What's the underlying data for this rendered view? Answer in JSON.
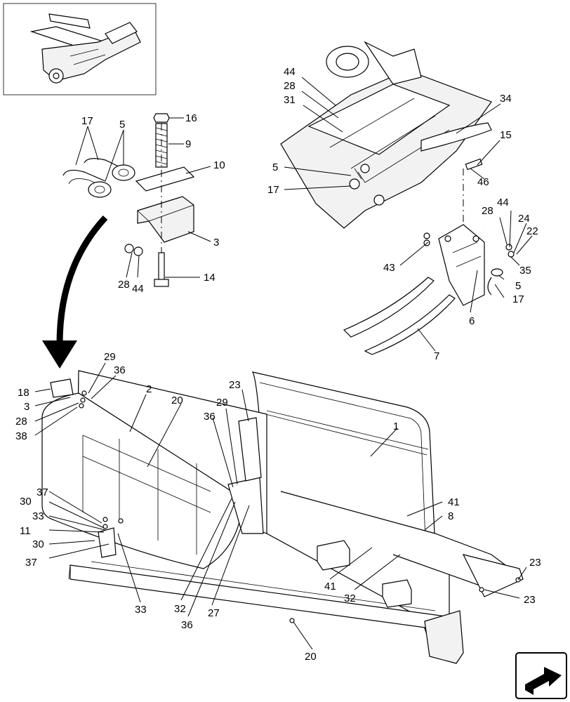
{
  "callouts": {
    "c16": "16",
    "c9": "9",
    "c17a": "17",
    "c5a": "5",
    "c10": "10",
    "c3a": "3",
    "c28a": "28",
    "c44a": "44",
    "c14": "14",
    "c44b": "44",
    "c28b": "28",
    "c31": "31",
    "c34": "34",
    "c15": "15",
    "c5b": "5",
    "c17b": "17",
    "c46": "46",
    "c28c": "28",
    "c44c": "44",
    "c24": "24",
    "c22": "22",
    "c43": "43",
    "c35": "35",
    "c5c": "5",
    "c17c": "17",
    "c6": "6",
    "c7": "7",
    "c29a": "29",
    "c36a": "36",
    "c18": "18",
    "c3b": "3",
    "c28d": "28",
    "c38": "38",
    "c2": "2",
    "c20a": "20",
    "c23a": "23",
    "c29b": "29",
    "c36b": "36",
    "c1": "1",
    "c37a": "37",
    "c30a": "30",
    "c33a": "33",
    "c11": "11",
    "c30b": "30",
    "c37b": "37",
    "c41a": "41",
    "c8": "8",
    "c41b": "41",
    "c32a": "32",
    "c23b": "23",
    "c23c": "23",
    "c33b": "33",
    "c32b": "32",
    "c36c": "36",
    "c27": "27",
    "c20b": "20"
  },
  "icons": {
    "thumbnail": "machine-overview-thumbnail",
    "next": "next-page-arrow-icon"
  },
  "colors": {
    "line": "#000000",
    "background": "#ffffff",
    "shade": "#f2f2f2"
  }
}
